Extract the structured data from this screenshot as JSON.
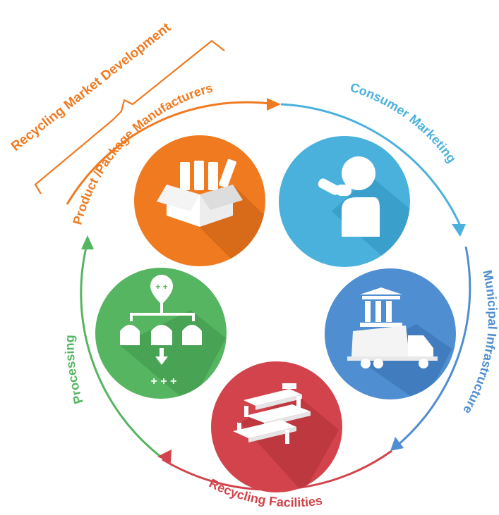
{
  "bracket_label": "Recycling Market Development",
  "stages": [
    {
      "id": "manufacturers",
      "label": "Product /Package Manufacturers",
      "color": "#F07A20",
      "icon": "box-of-bottles-icon"
    },
    {
      "id": "consumer",
      "label": "Consumer Marketing",
      "color": "#4AB1DD",
      "icon": "person-drinking-icon"
    },
    {
      "id": "municipal",
      "label": "Municipal Infrastructure",
      "color": "#4F8ED1",
      "icon": "garbage-truck-icon"
    },
    {
      "id": "facilities",
      "label": "Recycling Facilities",
      "color": "#D2434B",
      "icon": "conveyor-belt-icon"
    },
    {
      "id": "processing",
      "label": "Processing",
      "color": "#55B560",
      "icon": "processing-silos-icon"
    }
  ]
}
